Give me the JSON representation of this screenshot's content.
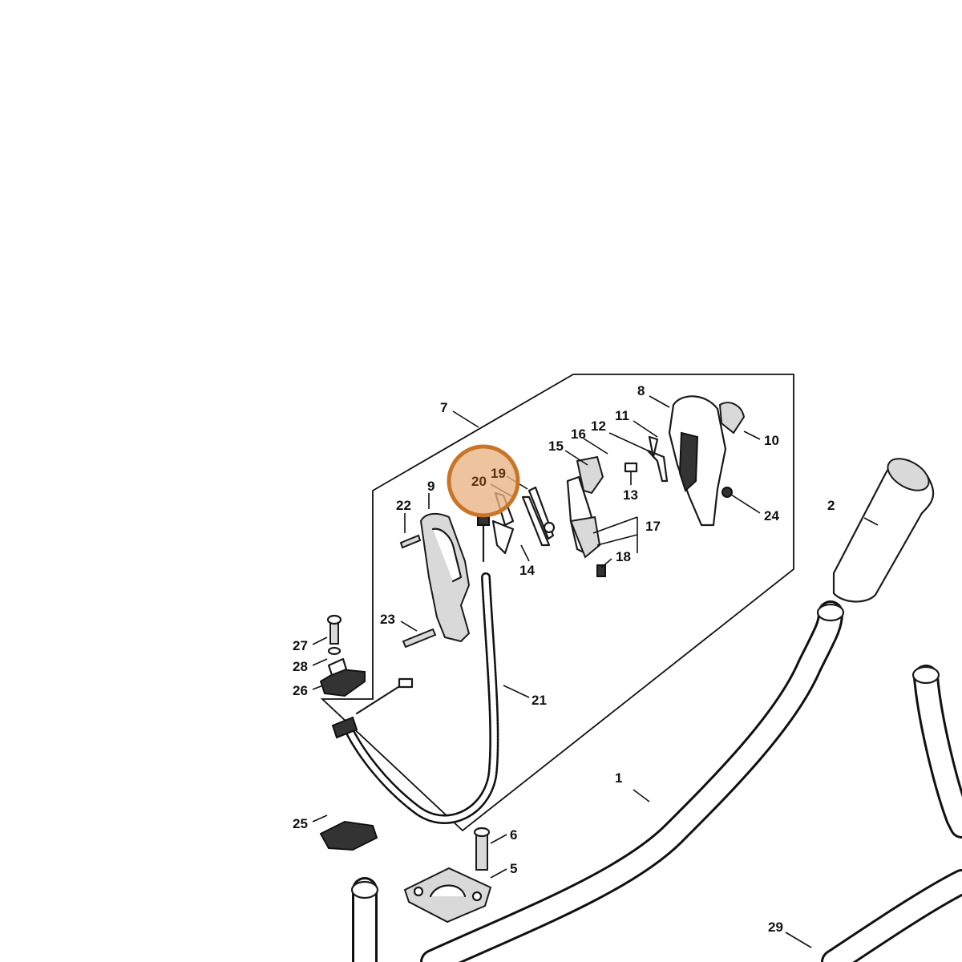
{
  "diagram": {
    "highlight_color": "#d9823b",
    "part_numbers": {
      "p1": "1",
      "p2": "2",
      "p5": "5",
      "p6": "6",
      "p7": "7",
      "p8": "8",
      "p9": "9",
      "p10": "10",
      "p11": "11",
      "p12": "12",
      "p13": "13",
      "p14": "14",
      "p15": "15",
      "p16": "16",
      "p17": "17",
      "p18": "18",
      "p19": "19",
      "p20": "20",
      "p21": "21",
      "p22": "22",
      "p23": "23",
      "p24": "24",
      "p25": "25",
      "p26": "26",
      "p27": "27",
      "p28": "28",
      "p29": "29"
    },
    "highlighted_parts": [
      "19",
      "20"
    ]
  }
}
